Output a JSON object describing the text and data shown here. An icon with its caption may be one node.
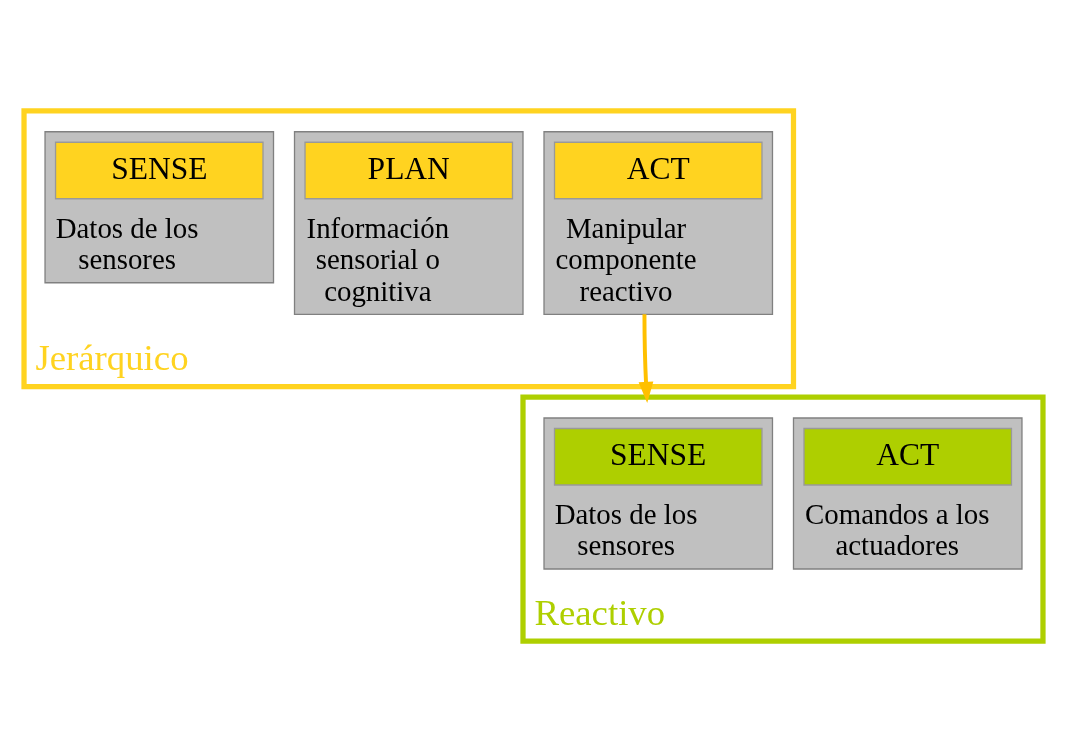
{
  "diagram": {
    "nodes": [
      {
        "text": [
          "Jerárquico"
        ]
      },
      {
        "text": [
          "Datos de los sensores"
        ],
        "in": 0
      },
      {
        "text": [
          "SENSE"
        ],
        "in": 1
      },
      {
        "text": [
          "Información sensorial o cognitiva"
        ],
        "in": 0
      },
      {
        "text": [
          "PLAN"
        ],
        "in": 3
      },
      {
        "text": [
          "Manipular componente reactivo"
        ],
        "in": 0
      },
      {
        "text": [
          "ACT"
        ],
        "in": 5
      },
      {
        "text": [
          "Reactivo"
        ]
      },
      {
        "text": [
          "Datos de los sensores"
        ],
        "in": 7
      },
      {
        "text": [
          "SENSE"
        ],
        "in": 8
      },
      {
        "text": [
          "Comandos a los actuadores"
        ],
        "in": 7
      },
      {
        "text": [
          "ACT"
        ],
        "in": 10
      }
    ],
    "edges": [
      {
        "from": 5,
        "to": 7,
        "arrow": "to",
        "color": "#ffc000"
      }
    ]
  }
}
